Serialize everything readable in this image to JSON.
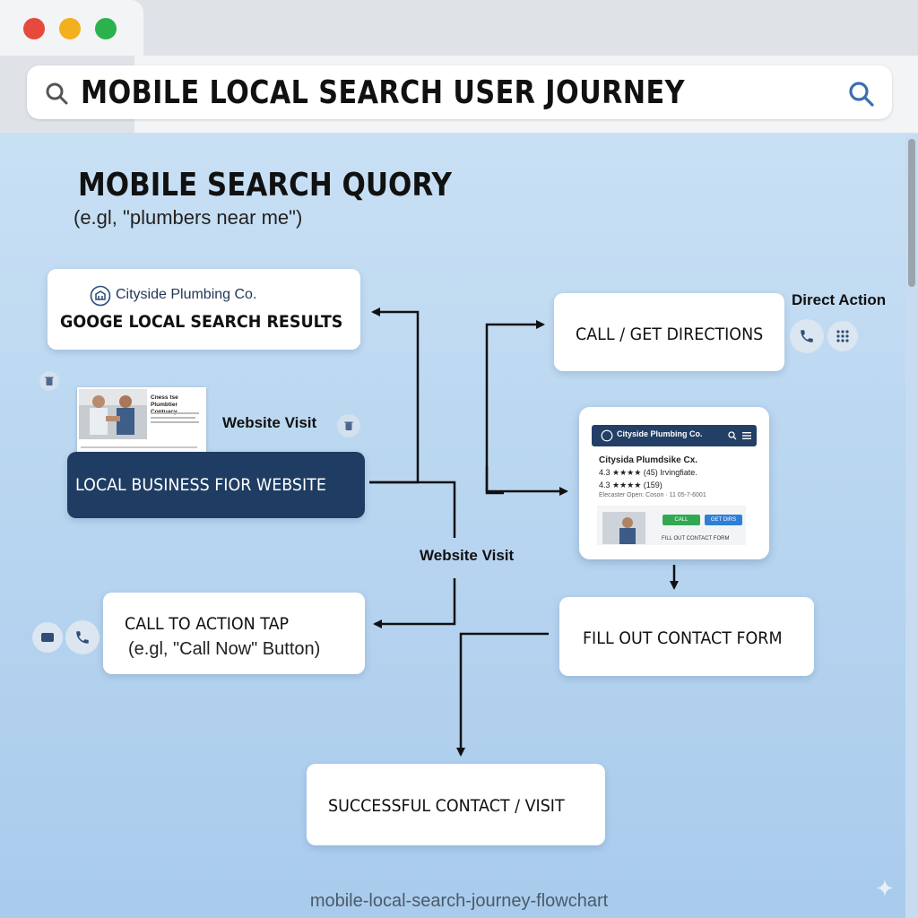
{
  "window": {
    "title": "MOBILE LOCAL SEARCH USER JOURNEY",
    "traffic_light_colors": [
      "#e64a3c",
      "#f2b01e",
      "#2bb24c"
    ]
  },
  "diagram": {
    "heading": "MOBILE SEARCH QUORY",
    "subheading": "(e.gl, \"plumbers near me\")",
    "nodes": {
      "google_results": {
        "brand": "Cityside Plumbing Co.",
        "label": "GOOGE LOCAL SEARCH RESULTS"
      },
      "business_website": {
        "label": "LOCAL BUSINESS FIOR WEBSITE"
      },
      "cta_tap": {
        "label": "CALL TO ACTION TAP",
        "sublabel": "(e.gl, \"Call Now\" Button)"
      },
      "call_directions": {
        "label": "CALL / GET DIRECTIONS"
      },
      "fill_form": {
        "label": "FILL OUT CONTACT FORM"
      },
      "success": {
        "label": "SUCCESSFUL CONTACT / VISIT"
      }
    },
    "edge_labels": {
      "website_visit_top": "Website Visit",
      "website_visit_mid": "Website Visit",
      "direct_action": "Direct Action"
    },
    "website_thumbnail": {
      "heading": "Cness tse Plumbtier Contuacy"
    },
    "mobile_mock": {
      "header": "Cityside Plumbing Co.",
      "name": "Citysida Plumdsike Cx.",
      "rating_1": "4.3 ★★★★ (45) Irvingfiate.",
      "rating_2": "4.3 ★★★★ (159)",
      "meta": "Elecaster      Open: Coson · 11 05-7-6001",
      "call_button": "CALL",
      "directions_button": "GET DIRS",
      "form_label": "FILL OUT CONTACT FORM"
    },
    "colors": {
      "dark_node": "#1f3d63",
      "arrow": "#111111"
    }
  },
  "footer": {
    "caption": "mobile-local-search-journey-flowchart"
  }
}
